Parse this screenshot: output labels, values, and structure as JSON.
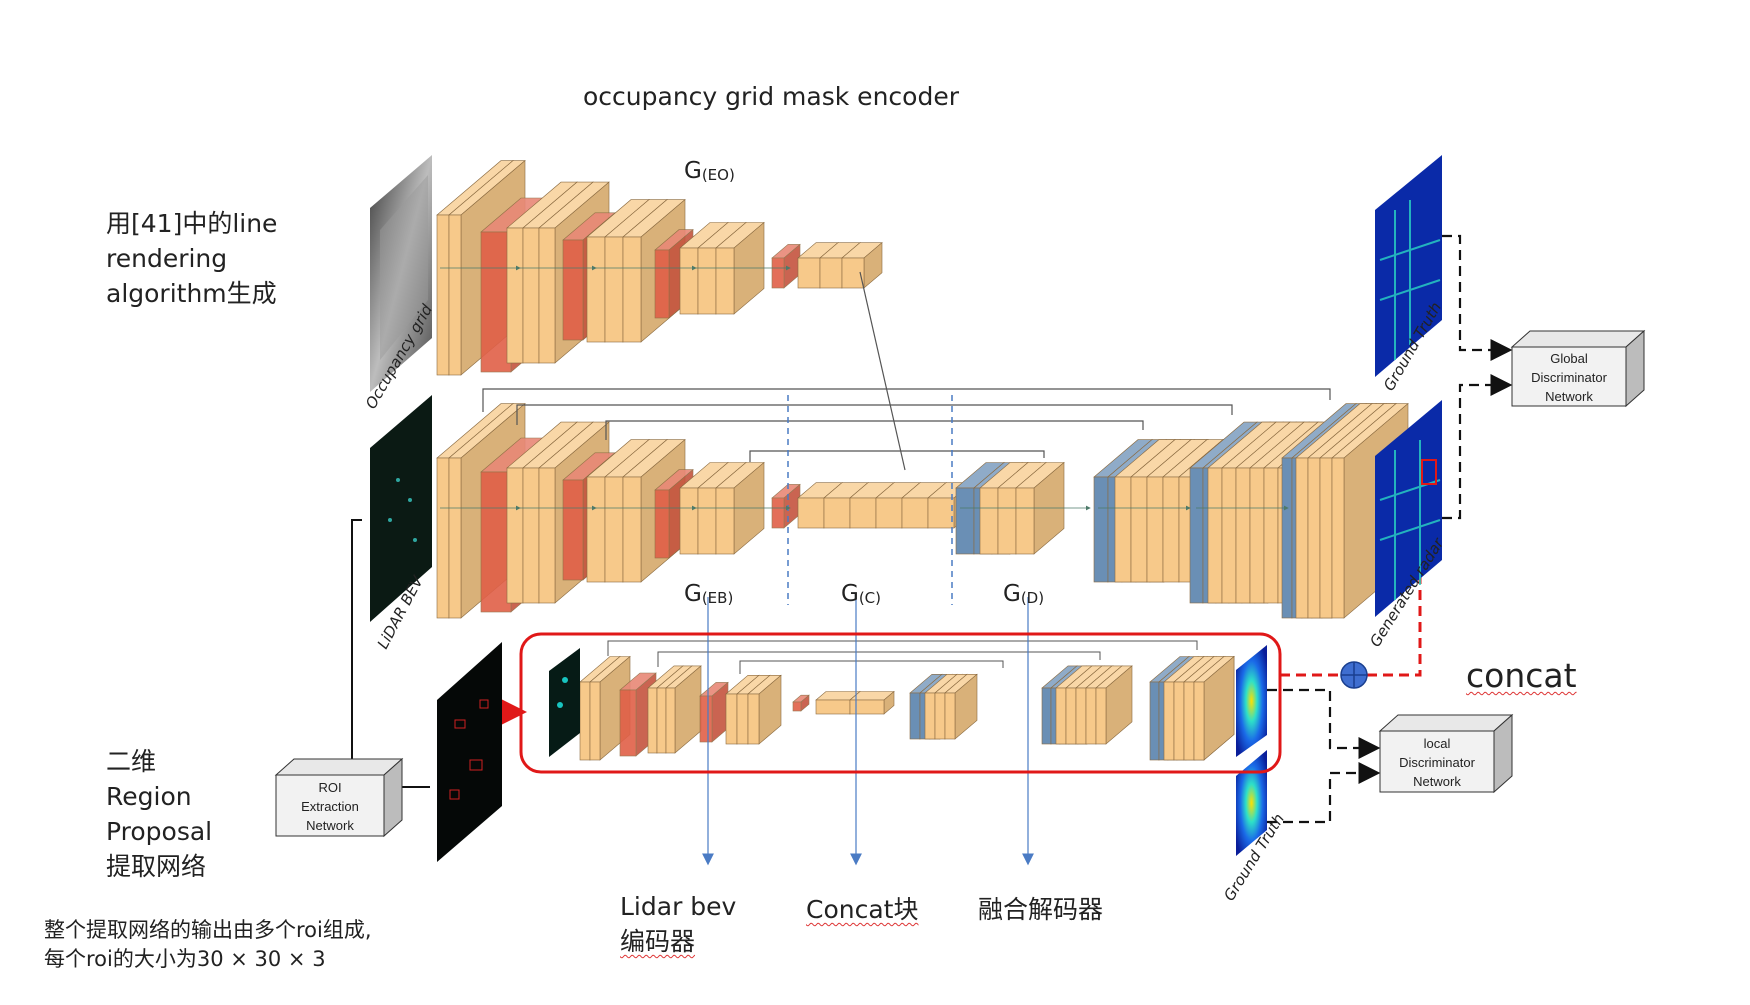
{
  "labels": {
    "encoder_title": "occupancy grid mask encoder",
    "g_eo": "G",
    "g_eo_sub": "(EO)",
    "g_eb": "G",
    "g_eb_sub": "(EB)",
    "g_c": "G",
    "g_c_sub": "(C)",
    "g_d": "G",
    "g_d_sub": "(D)",
    "line_render_note": [
      "用[41]中的line",
      "rendering",
      "algorithm生成"
    ],
    "roi_note": [
      "二维",
      "Region",
      "Proposal",
      "提取网络"
    ],
    "roi_output_note": [
      "整个提取网络的输出由多个roi组成,",
      "每个roi的大小为30 × 30 × 3"
    ],
    "lidar_bev_encoder": [
      "Lidar bev",
      "编码器"
    ],
    "concat_block": "Concat块",
    "fusion_decoder": "融合解码器",
    "concat": "concat"
  },
  "images": {
    "occupancy_grid": "Occupancy grid",
    "lidar_bev": "LiDAR BEV",
    "ground_truth_top": "Ground Truth",
    "generated_radar": "Generated radar",
    "ground_truth_bottom": "Ground Truth"
  },
  "boxes": {
    "global_discriminator": [
      "Global",
      "Discriminator",
      "Network"
    ],
    "local_discriminator": [
      "local",
      "Discriminator",
      "Network"
    ],
    "roi_extraction": [
      "ROI",
      "Extraction",
      "Network"
    ]
  },
  "colors": {
    "layer_face": "#f7c98a",
    "layer_dark": "#e5a865",
    "pool_red": "#e06048",
    "decoder_blue": "#6a8fb5",
    "highlight_red": "#e01818",
    "arrow_blue": "#4a7bc4",
    "heatmap_blue": "#0a2aa8"
  }
}
